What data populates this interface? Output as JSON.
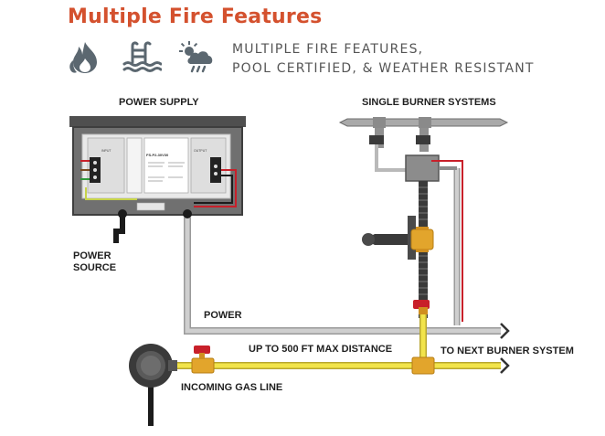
{
  "header": {
    "title": "Multiple Fire Features",
    "subtitle_line1": "MULTIPLE FIRE FEATURES,",
    "subtitle_line2": "POOL CERTIFIED, & WEATHER RESISTANT",
    "icons": [
      "fire-icon",
      "pool-icon",
      "weather-icon"
    ]
  },
  "labels": {
    "power_supply": "POWER SUPPLY",
    "single_burner": "SINGLE BURNER SYSTEMS",
    "power_source_line1": "POWER",
    "power_source_line2": "SOURCE",
    "power": "POWER",
    "max_distance": "UP TO 500 FT MAX DISTANCE",
    "next_burner": "TO NEXT BURNER SYSTEM",
    "incoming_gas": "INCOMING GAS LINE"
  },
  "power_box": {
    "input_label": "INPUT",
    "output_label": "OUTPUT",
    "model": "FS-P2-30V30"
  },
  "colors": {
    "title": "#d4512e",
    "icon": "#5b6770",
    "gas_line": "#f2e44a",
    "power_line": "#b0b0b0",
    "red_wire": "#c8202a",
    "valve_brass": "#e2a52c",
    "box_gray": "#6d6d6d"
  }
}
